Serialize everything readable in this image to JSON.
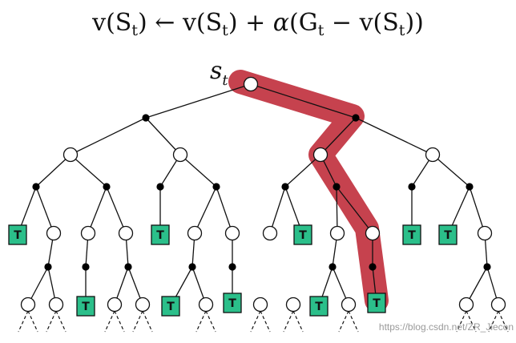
{
  "formula": {
    "v": "v",
    "lp": "(",
    "s": "S",
    "t": "t",
    "rp": ")",
    "arrow": " ← ",
    "plus": " + ",
    "alpha": "α",
    "g": "G",
    "minus": " − ",
    "rpp": "))"
  },
  "root_label": {
    "main": "s",
    "sub": "t"
  },
  "terminal_label": "T",
  "watermark": "https://blog.csdn.net/ZR_Jiecon",
  "colors": {
    "highlight": "#c1323f",
    "terminal_fill": "#2bbf8a",
    "line": "#111111",
    "state_fill": "#ffffff",
    "action_fill": "#000000"
  }
}
